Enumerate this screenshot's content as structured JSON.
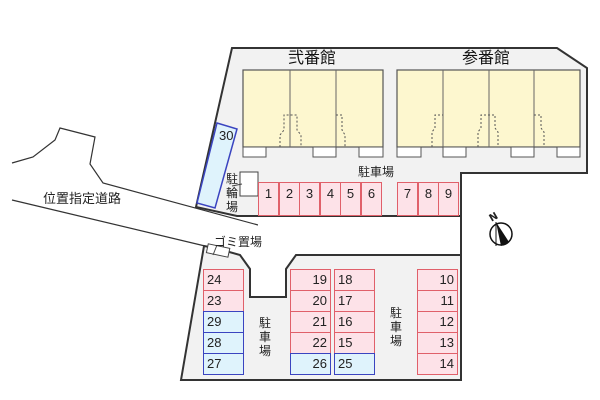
{
  "buildings": [
    {
      "name": "弐番館",
      "units": 3
    },
    {
      "name": "参番館",
      "units": 4
    }
  ],
  "labels": {
    "road": "位置指定道路",
    "bicycle_parking": "駐輪場",
    "garbage": "ゴミ置場",
    "parking_top": "駐車場",
    "parking_mid": "駐車場",
    "parking_right": "駐車場",
    "north": "N"
  },
  "stalls": {
    "top_row": [
      {
        "no": "1",
        "type": "red"
      },
      {
        "no": "2",
        "type": "red"
      },
      {
        "no": "3",
        "type": "red"
      },
      {
        "no": "4",
        "type": "red"
      },
      {
        "no": "5",
        "type": "red"
      },
      {
        "no": "6",
        "type": "red"
      },
      {
        "no": "7",
        "type": "red"
      },
      {
        "no": "8",
        "type": "red"
      },
      {
        "no": "9",
        "type": "red"
      }
    ],
    "right_col": [
      {
        "no": "10",
        "type": "red"
      },
      {
        "no": "11",
        "type": "red"
      },
      {
        "no": "12",
        "type": "red"
      },
      {
        "no": "13",
        "type": "red"
      },
      {
        "no": "14",
        "type": "red"
      }
    ],
    "mid_right_col": [
      {
        "no": "18",
        "type": "red"
      },
      {
        "no": "17",
        "type": "red"
      },
      {
        "no": "16",
        "type": "red"
      },
      {
        "no": "15",
        "type": "red"
      },
      {
        "no": "25",
        "type": "blue"
      }
    ],
    "mid_left_col": [
      {
        "no": "19",
        "type": "red"
      },
      {
        "no": "20",
        "type": "red"
      },
      {
        "no": "21",
        "type": "red"
      },
      {
        "no": "22",
        "type": "red"
      },
      {
        "no": "26",
        "type": "blue"
      }
    ],
    "left_col": [
      {
        "no": "24",
        "type": "red"
      },
      {
        "no": "23",
        "type": "red"
      },
      {
        "no": "29",
        "type": "blue"
      },
      {
        "no": "28",
        "type": "blue"
      },
      {
        "no": "27",
        "type": "blue"
      }
    ],
    "angled": {
      "no": "30",
      "type": "blue"
    }
  },
  "colors": {
    "lot_fill": "#f2f2f2",
    "building_fill": "#fdf7cf",
    "stall_red_fill": "#fde2e8",
    "stall_red_border": "#e0606a",
    "stall_blue_fill": "#dff3fc",
    "stall_blue_border": "#3a44c0",
    "outline": "#333333"
  }
}
